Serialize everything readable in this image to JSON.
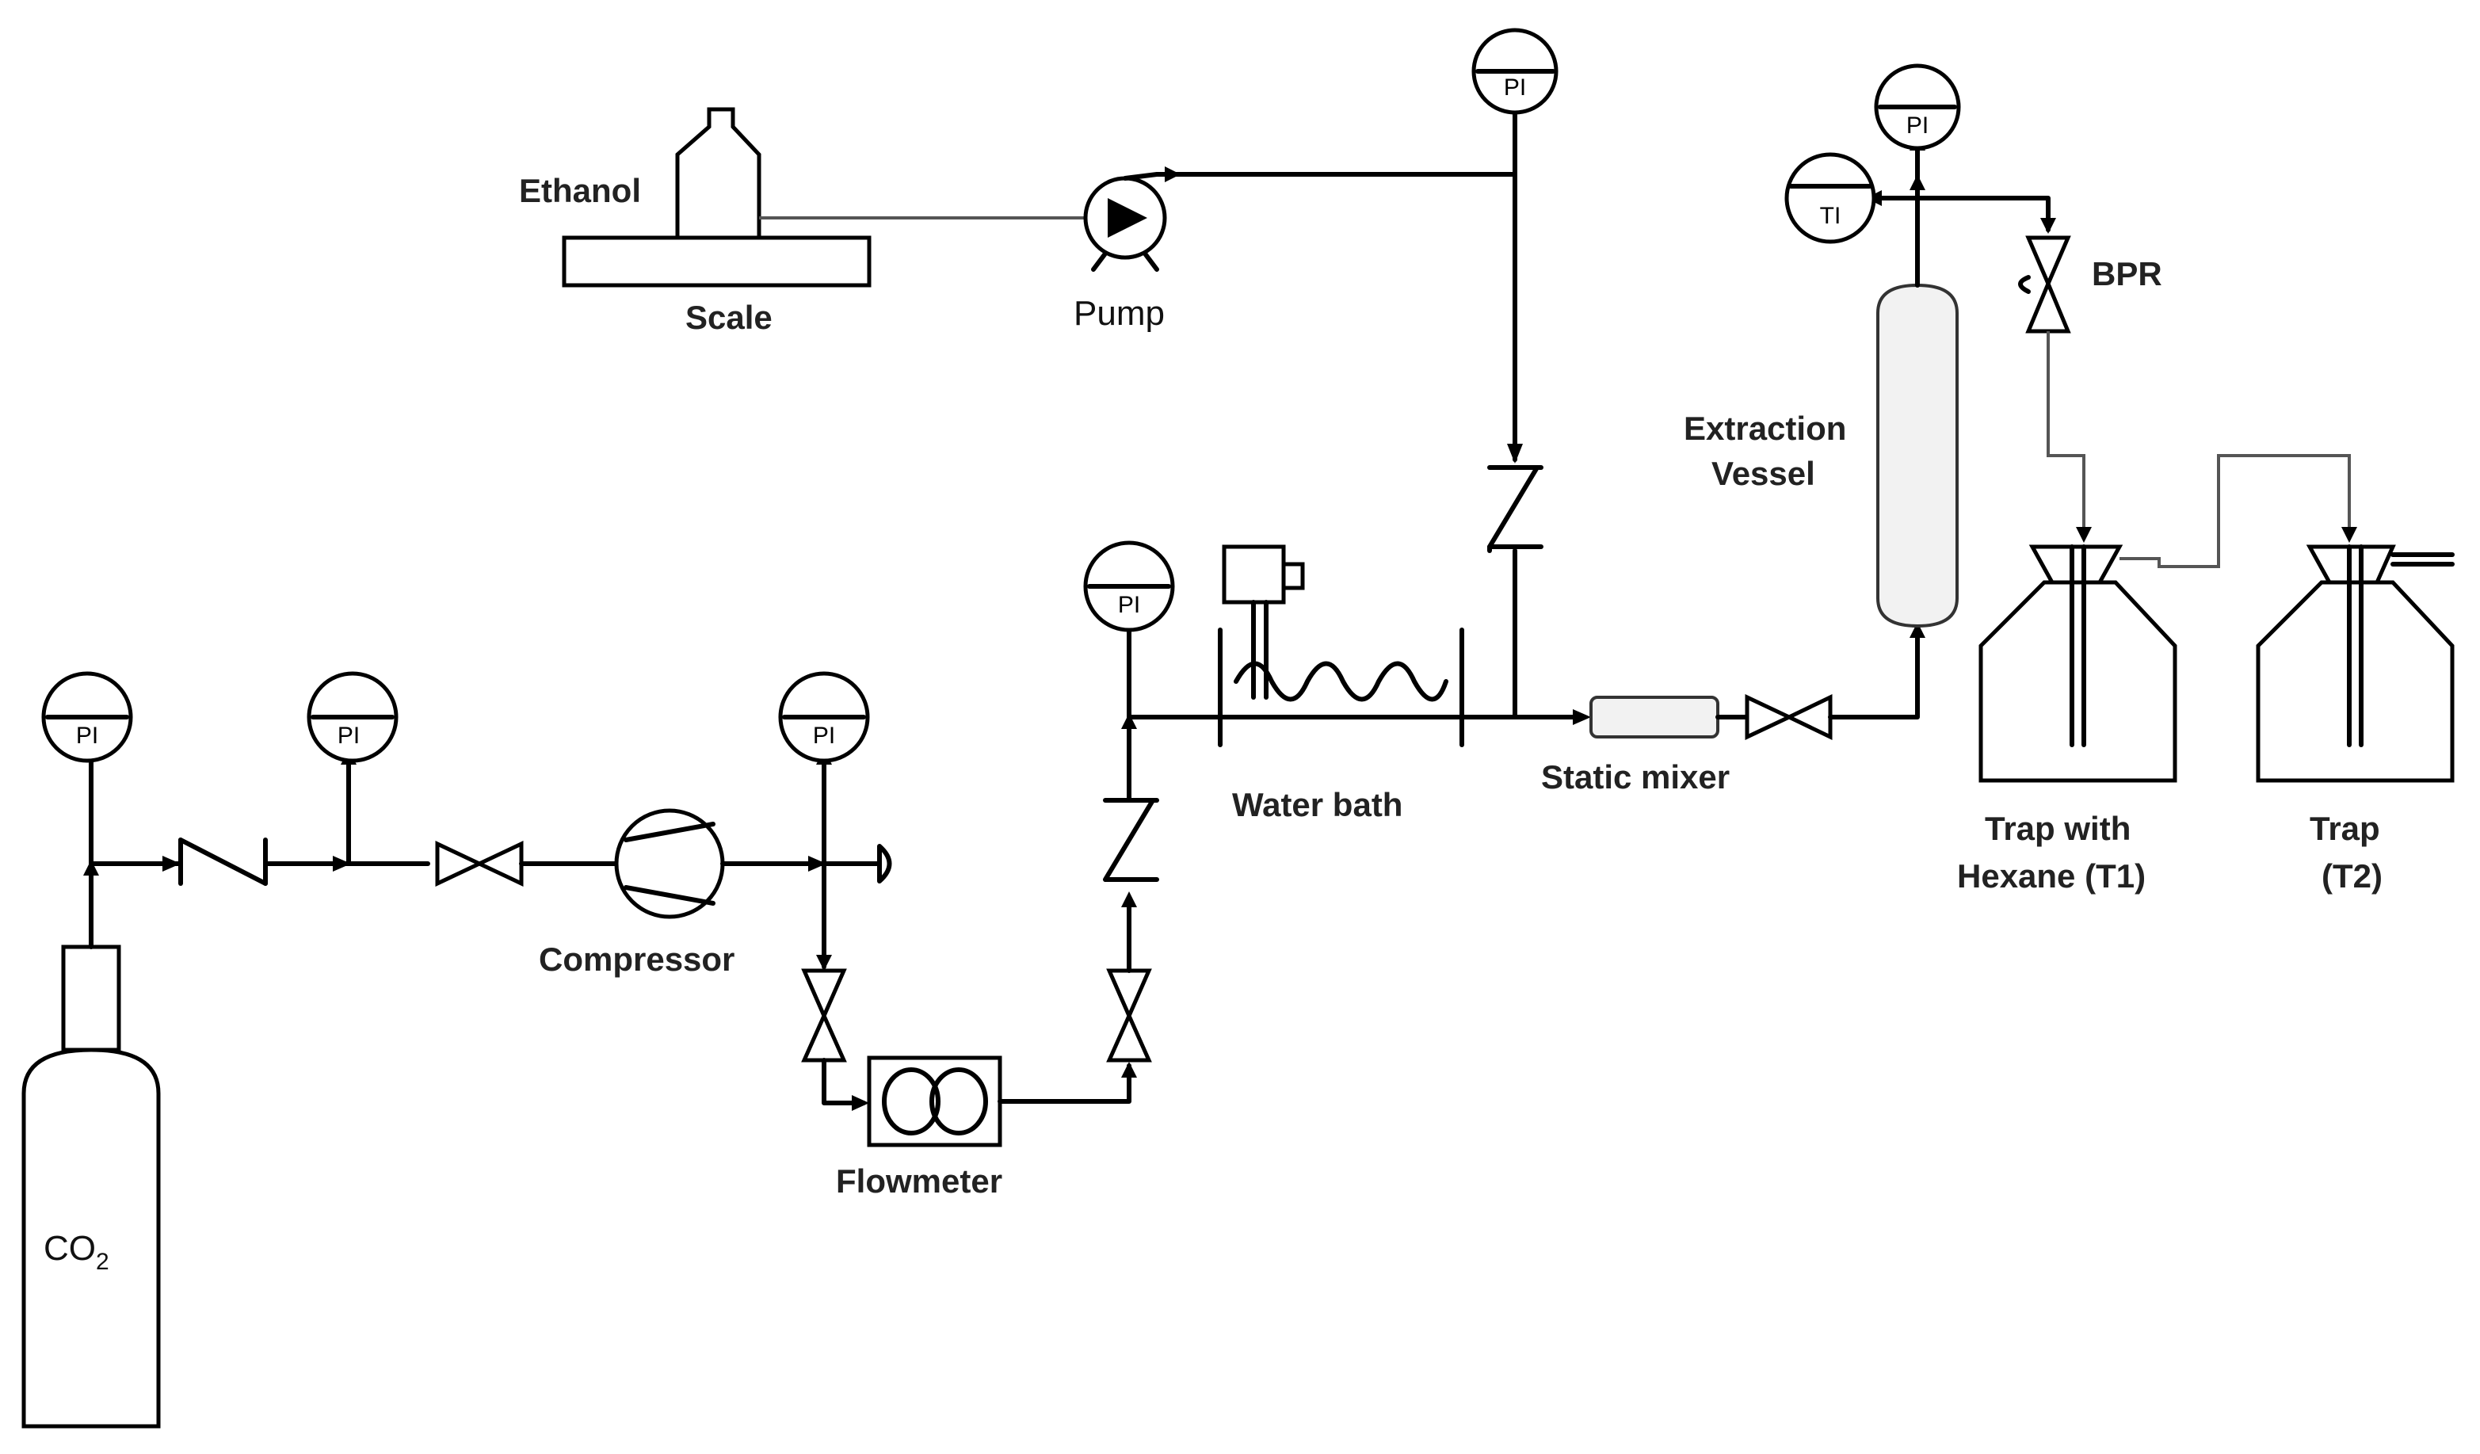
{
  "labels": {
    "ethanol": "Ethanol",
    "scale": "Scale",
    "pump": "Pump",
    "extraction_vessel_line1": "Extraction",
    "extraction_vessel_line2": "Vessel",
    "bpr": "BPR",
    "water_bath": "Water bath",
    "static_mixer": "Static mixer",
    "compressor": "Compressor",
    "flowmeter": "Flowmeter",
    "trap1_line1": "Trap with",
    "trap1_line2": "Hexane (T1)",
    "trap2_line1": "Trap",
    "trap2_line2": "(T2)",
    "co2": "CO",
    "co2_sub": "2"
  },
  "gauges": {
    "pi": "PI",
    "ti": "TI"
  }
}
